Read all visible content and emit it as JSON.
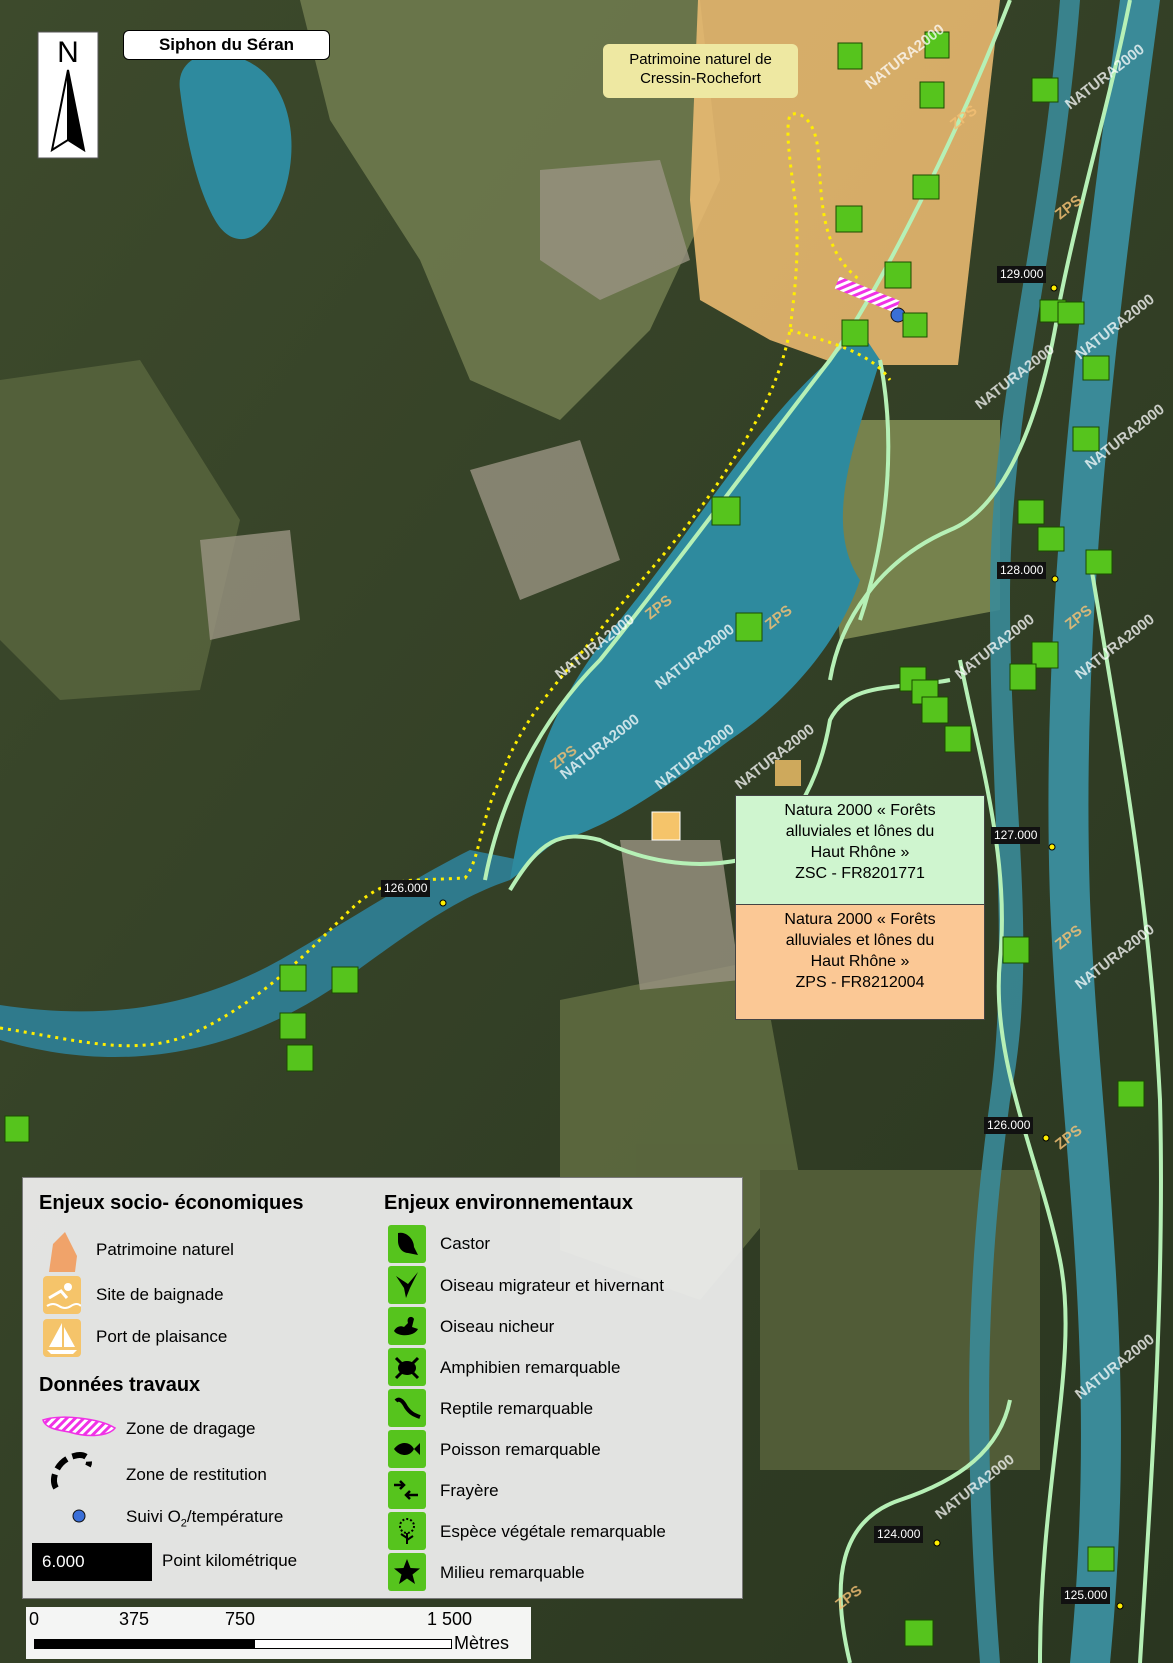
{
  "map": {
    "title": "Siphon du Séran",
    "north_label": "N",
    "patrimoine_label": [
      "Patrimoine naturel de",
      "Cressin-Rochefort"
    ],
    "zsc_label": [
      "Natura 2000 « Forêts",
      "alluviales et lônes du",
      "Haut Rhône »",
      "ZSC - FR8201771"
    ],
    "zps_label": [
      "Natura 2000 « Forêts",
      "alluviales et lônes du",
      "Haut Rhône »",
      "ZPS - FR8212004"
    ],
    "zone_watermarks": [
      "NATURA2000",
      "ZPS"
    ],
    "point_km": [
      "129.000",
      "128.000",
      "127.000",
      "126.000",
      "126.000",
      "124.000",
      "125.000"
    ],
    "colors": {
      "river": "#2f7a8c",
      "lake": "#2e8a9e",
      "natura_line": "#b6f0b6",
      "zps_fill": "#f2c074",
      "dredge_path": "#ffee00",
      "dredge_zone": "#f032e6",
      "icon_green": "#56c41d",
      "monitor_dot": "#3a6fd8"
    }
  },
  "legend": {
    "socio_title": "Enjeux socio- économiques",
    "socio_items": [
      "Patrimoine naturel",
      "Site de baignade",
      "Port de plaisance"
    ],
    "travaux_title": "Données travaux",
    "travaux_items": [
      "Zone de dragage",
      "Zone de restitution",
      "Suivi O",
      "2",
      "/température"
    ],
    "pk_sample": "6.000",
    "pk_label": "Point kilométrique",
    "env_title": "Enjeux environnementaux",
    "env_items": [
      "Castor",
      "Oiseau migrateur et hivernant",
      "Oiseau nicheur",
      "Amphibien remarquable",
      "Reptile remarquable",
      "Poisson remarquable",
      "Frayère",
      "Espèce végétale remarquable",
      "Milieu remarquable"
    ]
  },
  "scale": {
    "ticks": [
      "0",
      "375",
      "750",
      "1 500"
    ],
    "unit": "Mètres"
  }
}
